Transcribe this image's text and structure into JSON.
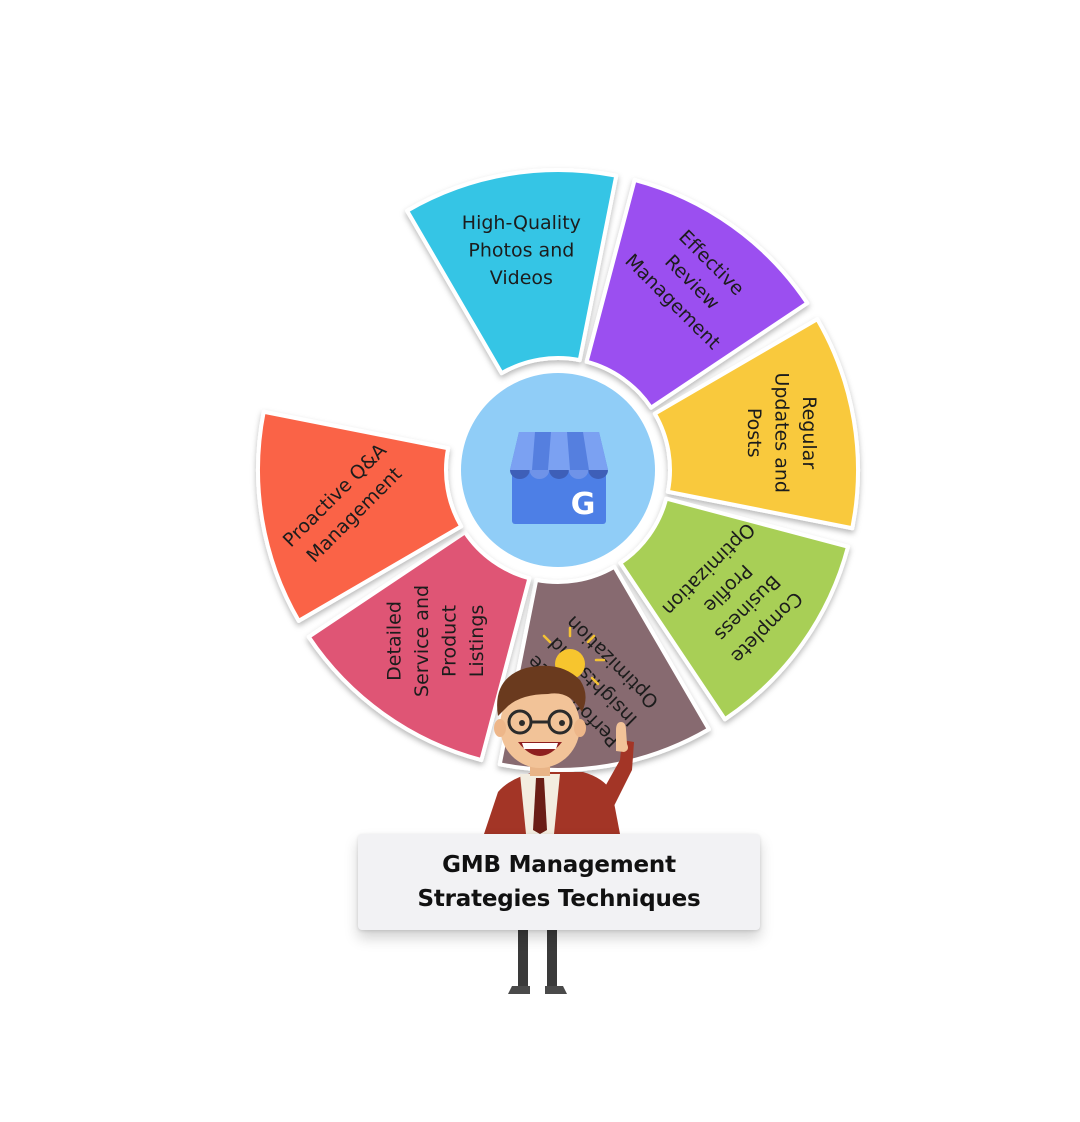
{
  "segments": [
    {
      "id": "photos",
      "lines": [
        "High-Quality",
        "Photos and",
        "Videos"
      ],
      "color": "#36C5E5"
    },
    {
      "id": "reviews",
      "lines": [
        "Effective",
        "Review",
        "Management"
      ],
      "color": "#9B4FF0"
    },
    {
      "id": "updates",
      "lines": [
        "Regular",
        "Updates and",
        "Posts"
      ],
      "color": "#F9C93E"
    },
    {
      "id": "profile",
      "lines": [
        "Complete",
        "Business",
        "Profile",
        "Optimization"
      ],
      "color": "#A8CF57"
    },
    {
      "id": "insights",
      "lines": [
        "Performance",
        "Insights and",
        "Optimization"
      ],
      "color": "#876B70"
    },
    {
      "id": "listings",
      "lines": [
        "Detailed",
        "Service and",
        "Product",
        "Listings"
      ],
      "color": "#DF5574"
    },
    {
      "id": "qa",
      "lines": [
        "Proactive Q&A",
        "Management"
      ],
      "color": "#FA6346"
    }
  ],
  "center": {
    "circle_color": "#90CDF7",
    "icon": "google-my-business-store-icon",
    "badge_letter": "G"
  },
  "character": {
    "icon": "businessman-lightbulb-icon"
  },
  "caption": {
    "line1": "GMB Management",
    "line2": "Strategies Techniques"
  }
}
